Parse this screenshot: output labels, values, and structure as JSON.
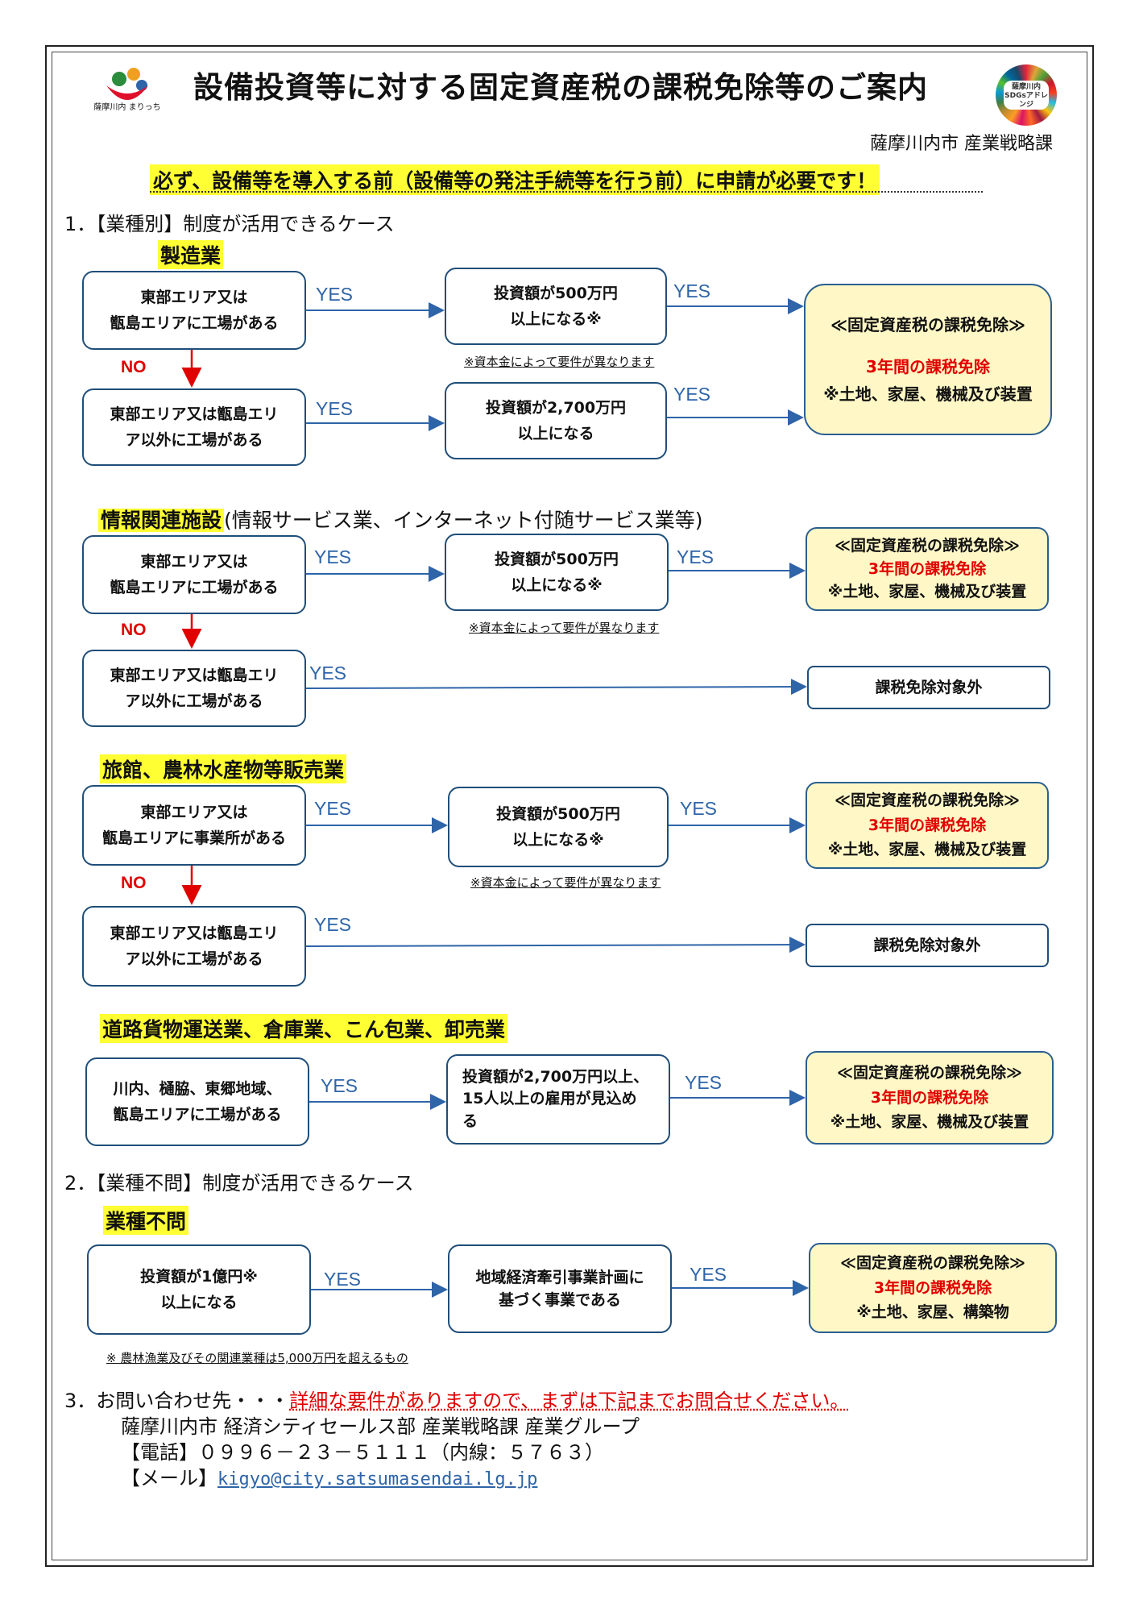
{
  "header": {
    "title": "設備投資等に対する固定資産税の課税免除等のご案内",
    "department": "薩摩川内市 産業戦略課",
    "city_logo_text": "薩摩川内 まりっち",
    "sdgs_logo_text": "薩摩川内 SDGsアドレンジ"
  },
  "notice": "必ず、設備等を導入する前（設備等の発注手続等を行う前）に申請が必要です！",
  "labels": {
    "yes": "YES",
    "no": "NO"
  },
  "section1": {
    "heading": "1．【業種別】制度が活用できるケース",
    "manufacturing": {
      "category": "製造業",
      "cond_a": [
        "東部エリア又は",
        "甑島エリアに工場がある"
      ],
      "cond_b": [
        "東部エリア又は甑島エリ",
        "ア以外に工場がある"
      ],
      "invest_a": [
        "投資額が500万円",
        "以上になる※"
      ],
      "invest_b": [
        "投資額が2,700万円",
        "以上になる"
      ],
      "note": "※資本金によって要件が異なります",
      "result": [
        "≪固定資産税の課税免除≫",
        "3年間の課税免除",
        "※土地、家屋、機械及び装置"
      ]
    },
    "info": {
      "category": "情報関連施設",
      "category_note": "(情報サービス業、インターネット付随サービス業等)",
      "cond_a": [
        "東部エリア又は",
        "甑島エリアに工場がある"
      ],
      "cond_b": [
        "東部エリア又は甑島エリ",
        "ア以外に工場がある"
      ],
      "invest_a": [
        "投資額が500万円",
        "以上になる※"
      ],
      "note": "※資本金によって要件が異なります",
      "result": [
        "≪固定資産税の課税免除≫",
        "3年間の課税免除",
        "※土地、家屋、機械及び装置"
      ],
      "excluded": "課税免除対象外"
    },
    "inn": {
      "category": "旅館、農林水産物等販売業",
      "cond_a": [
        "東部エリア又は",
        "甑島エリアに事業所がある"
      ],
      "cond_b": [
        "東部エリア又は甑島エリ",
        "ア以外に工場がある"
      ],
      "invest_a": [
        "投資額が500万円",
        "以上になる※"
      ],
      "note": "※資本金によって要件が異なります",
      "result": [
        "≪固定資産税の課税免除≫",
        "3年間の課税免除",
        "※土地、家屋、機械及び装置"
      ],
      "excluded": "課税免除対象外"
    },
    "freight": {
      "category": "道路貨物運送業、倉庫業、こん包業、卸売業",
      "cond": [
        "川内、樋脇、東郷地域、",
        "甑島エリアに工場がある"
      ],
      "invest": [
        "投資額が2,700万円以上、",
        "15人以上の雇用が見込め",
        "る"
      ],
      "result": [
        "≪固定資産税の課税免除≫",
        "3年間の課税免除",
        "※土地、家屋、機械及び装置"
      ]
    }
  },
  "section2": {
    "heading": "2．【業種不問】制度が活用できるケース",
    "category": "業種不問",
    "cond": [
      "投資額が1億円※",
      "以上になる"
    ],
    "plan": [
      "地域経済牽引事業計画に",
      "基づく事業である"
    ],
    "result": [
      "≪固定資産税の課税免除≫",
      "3年間の課税免除",
      "※土地、家屋、構築物"
    ],
    "footnote": "※ 農林漁業及びその関連業種は5,000万円を超えるもの"
  },
  "section3": {
    "heading": "3．お問い合わせ先・・・",
    "heading_red": "詳細な要件がありますので、まずは下記までお問合せください。",
    "org": "薩摩川内市 経済シティセールス部 産業戦略課 産業グループ",
    "phone": "【電話】０９９６－２３－５１１１（内線：５７６３）",
    "mail_label": "【メール】",
    "mail": "kigyo@city.satsumasendai.lg.jp"
  }
}
